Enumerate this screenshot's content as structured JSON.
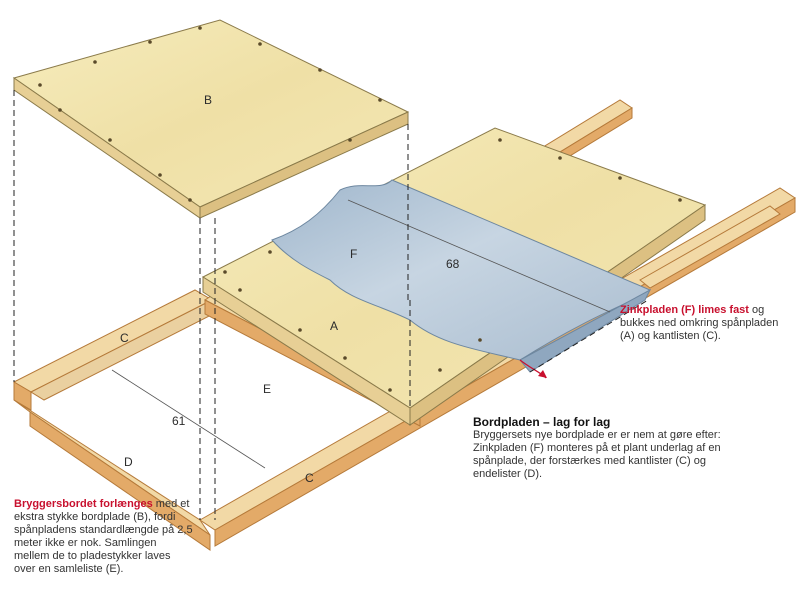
{
  "labels": {
    "a": "A",
    "b": "B",
    "c_left": "C",
    "c_bottom": "C",
    "d": "D",
    "e": "E",
    "f": "F",
    "dim_61": "61",
    "dim_68": "68"
  },
  "captions": {
    "left": {
      "lead": "Bryggersbordet forlænges",
      "body": " med et ekstra stykke bordplade (B), fordi spånpladens standardlængde på 2,5 meter ikke er nok. Samlingen mellem de to pladestykker laves over en samleliste (E)."
    },
    "right": {
      "lead": "Zinkpladen (F) limes fast",
      "body": " og bukkes ned omkring spånpladen (A) og kantlisten (C)."
    },
    "middle": {
      "title": "Bordpladen – lag for lag",
      "body": "Bryggersets nye bordplade er er nem at gøre efter: Zinkpladen (F) monteres på et plant underlag af en spånplade, der forstærkes med kantlister (C) og endelister (D)."
    }
  },
  "colors": {
    "wood_top": "#f2d9a6",
    "wood_side": "#e3aa68",
    "board": "#f3e8b2",
    "board_edge": "#e7cf95",
    "zinc": "#b5c6d6",
    "zinc_dark": "#8fa7bf",
    "accent_red": "#c8102e"
  }
}
